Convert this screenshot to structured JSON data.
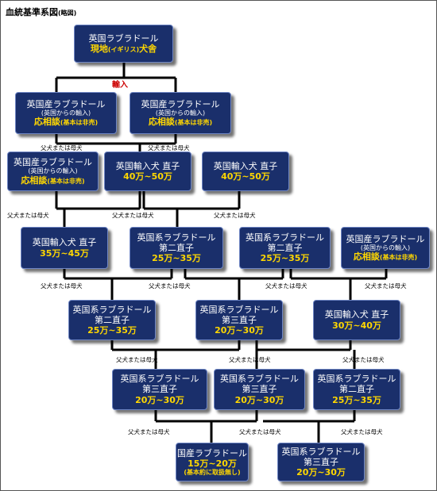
{
  "title": "血統基準系図",
  "title_note": "(略図)",
  "import_label": "輸入",
  "edge_label": "父犬または母犬",
  "colors": {
    "box_fill": "#1a2f6b",
    "box_border": "#6f86c4",
    "price": "#ffd700",
    "import_label": "#cc0000",
    "lines": "#000000"
  },
  "nodes": {
    "origin": {
      "line1": "英国ラブラドール",
      "line2a": "現地",
      "line2b": "(イギリス)",
      "line2c": "犬舎"
    },
    "uk_bred_1": {
      "line1": "英国産ラブラドール",
      "sub": "(英国からの輸入)",
      "price": "応相談",
      "price_note": "(基本は非売)"
    },
    "uk_bred_2": {
      "line1": "英国産ラブラドール",
      "sub": "(英国からの輸入)",
      "price": "応相談",
      "price_note": "(基本は非売)"
    },
    "uk_bred_3": {
      "line1": "英国産ラブラドール",
      "sub": "(英国からの輸入)",
      "price": "応相談",
      "price_note": "(基本は非売)"
    },
    "import_direct_1": {
      "line1": "英国輸入犬 直子",
      "price": "40万~50万"
    },
    "import_direct_2": {
      "line1": "英国輸入犬 直子",
      "price": "40万~50万"
    },
    "import_direct_3": {
      "line1": "英国輸入犬 直子",
      "price": "35万~45万"
    },
    "gen2_a": {
      "line1": "英国系ラブラドール",
      "line2": "第二直子",
      "price": "25万~35万"
    },
    "gen2_b": {
      "line1": "英国系ラブラドール",
      "line2": "第二直子",
      "price": "25万~35万"
    },
    "uk_bred_4": {
      "line1": "英国産ラブラドール",
      "sub": "(英国からの輸入)",
      "price": "応相談",
      "price_note": "(基本は非売)"
    },
    "gen2_c": {
      "line1": "英国系ラブラドール",
      "line2": "第二直子",
      "price": "25万~35万"
    },
    "gen3_a": {
      "line1": "英国系ラブラドール",
      "line2": "第三直子",
      "price": "20万~30万"
    },
    "import_direct_4": {
      "line1": "英国輸入犬 直子",
      "price": "30万~40万"
    },
    "gen3_b": {
      "line1": "英国系ラブラドール",
      "line2": "第三直子",
      "price": "20万~30万"
    },
    "gen3_c": {
      "line1": "英国系ラブラドール",
      "line2": "第三直子",
      "price": "20万~30万"
    },
    "gen2_d": {
      "line1": "英国系ラブラドール",
      "line2": "第二直子",
      "price": "25万~35万"
    },
    "domestic": {
      "line1": "国産ラブラドール",
      "price": "15万~20万",
      "note": "(基本約に取扱無し)"
    },
    "gen3_d": {
      "line1": "英国系ラブラドール",
      "line2": "第三直子",
      "price": "20万~30万"
    }
  }
}
